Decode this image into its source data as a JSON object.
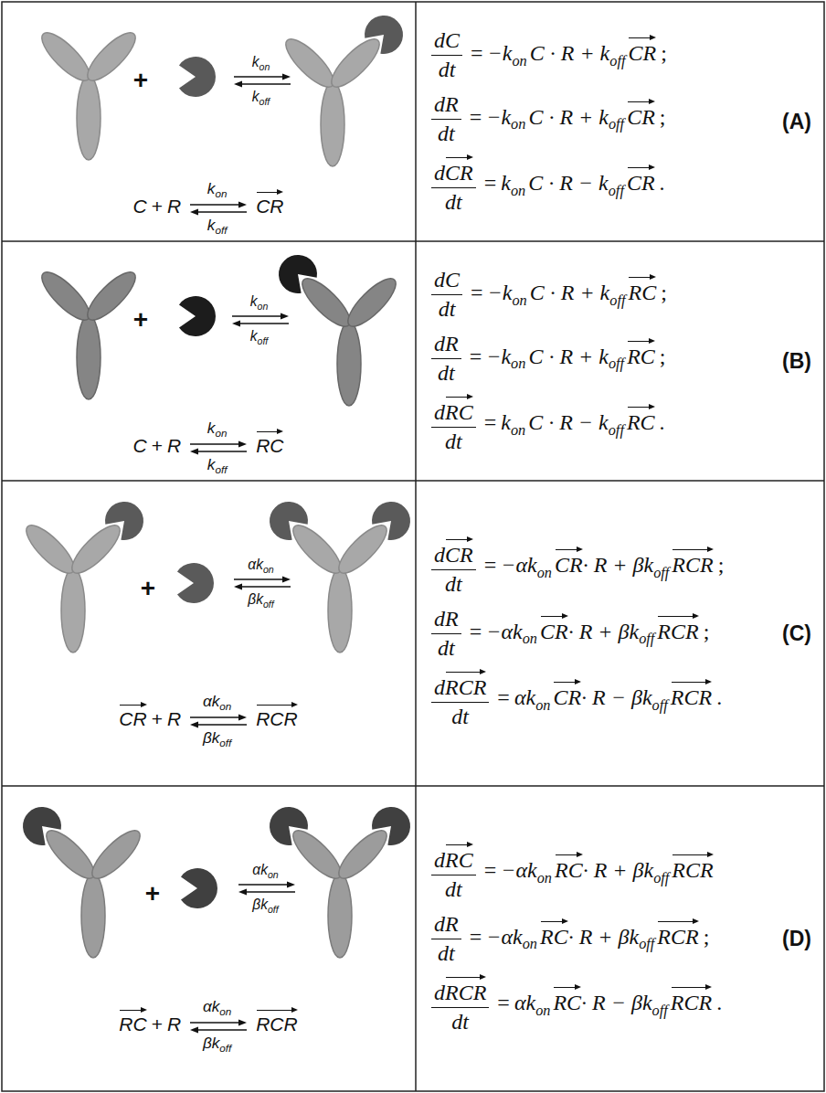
{
  "diagram": {
    "labels": [
      "+",
      "k",
      "on",
      "k",
      "off",
      "C",
      "+",
      "R",
      "k",
      "on",
      "k",
      "off",
      "CR",
      "dC",
      "dt",
      "=",
      "−k",
      "on",
      "C · R + k",
      "off",
      "CR",
      ";",
      "dR",
      "dt",
      "=",
      "−k",
      "on",
      "C · R + k",
      "off",
      "CR",
      ";",
      "d",
      "CR",
      "dt",
      "=",
      "k",
      "on",
      "C · R − k",
      "off",
      "CR",
      ".",
      "(A)",
      "+",
      "k",
      "on",
      "k",
      "off",
      "C",
      "+",
      "R",
      "k",
      "on",
      "k",
      "off",
      "RC",
      "dC",
      "dt",
      "=",
      "−k",
      "on",
      "C · R + k",
      "off",
      "RC",
      ";",
      "dR",
      "dt",
      "=",
      "−k",
      "on",
      "C · R + k",
      "off",
      "RC",
      ";",
      "d",
      "RC",
      "dt",
      "=",
      "k",
      "on",
      "C · R − k",
      "off",
      "RC",
      ".",
      "(B)",
      "+",
      "αk",
      "on",
      "βk",
      "off",
      "CR",
      "+",
      "R",
      "αk",
      "on",
      "βk",
      "off",
      "RCR",
      "d",
      "CR",
      "dt",
      "=",
      "−αk",
      "on",
      "CR",
      "· R + βk",
      "off",
      "RCR",
      ";",
      "dR",
      "dt",
      "=",
      "−αk",
      "on",
      "CR",
      "· R + βk",
      "off",
      "RCR",
      ";",
      "d",
      "RCR",
      "dt",
      "=",
      "αk",
      "on",
      "CR",
      "· R − βk",
      "off",
      "RCR",
      ".",
      "(C)",
      "+",
      "αk",
      "on",
      "βk",
      "off",
      "RC",
      "+",
      "R",
      "αk",
      "on",
      "βk",
      "off",
      "RCR",
      "d",
      "RC",
      "dt",
      "=",
      "−αk",
      "on",
      "RC",
      "· R + βk",
      "off",
      "RCR",
      "dR",
      "dt",
      "=",
      "−αk",
      "on",
      "RC",
      "· R + βk",
      "off",
      "RCR",
      ";",
      "d",
      "RCR",
      "dt",
      "=",
      "αk",
      "on",
      "RC",
      "· R − βk",
      "off",
      "RCR",
      ".",
      "(D)"
    ]
  }
}
